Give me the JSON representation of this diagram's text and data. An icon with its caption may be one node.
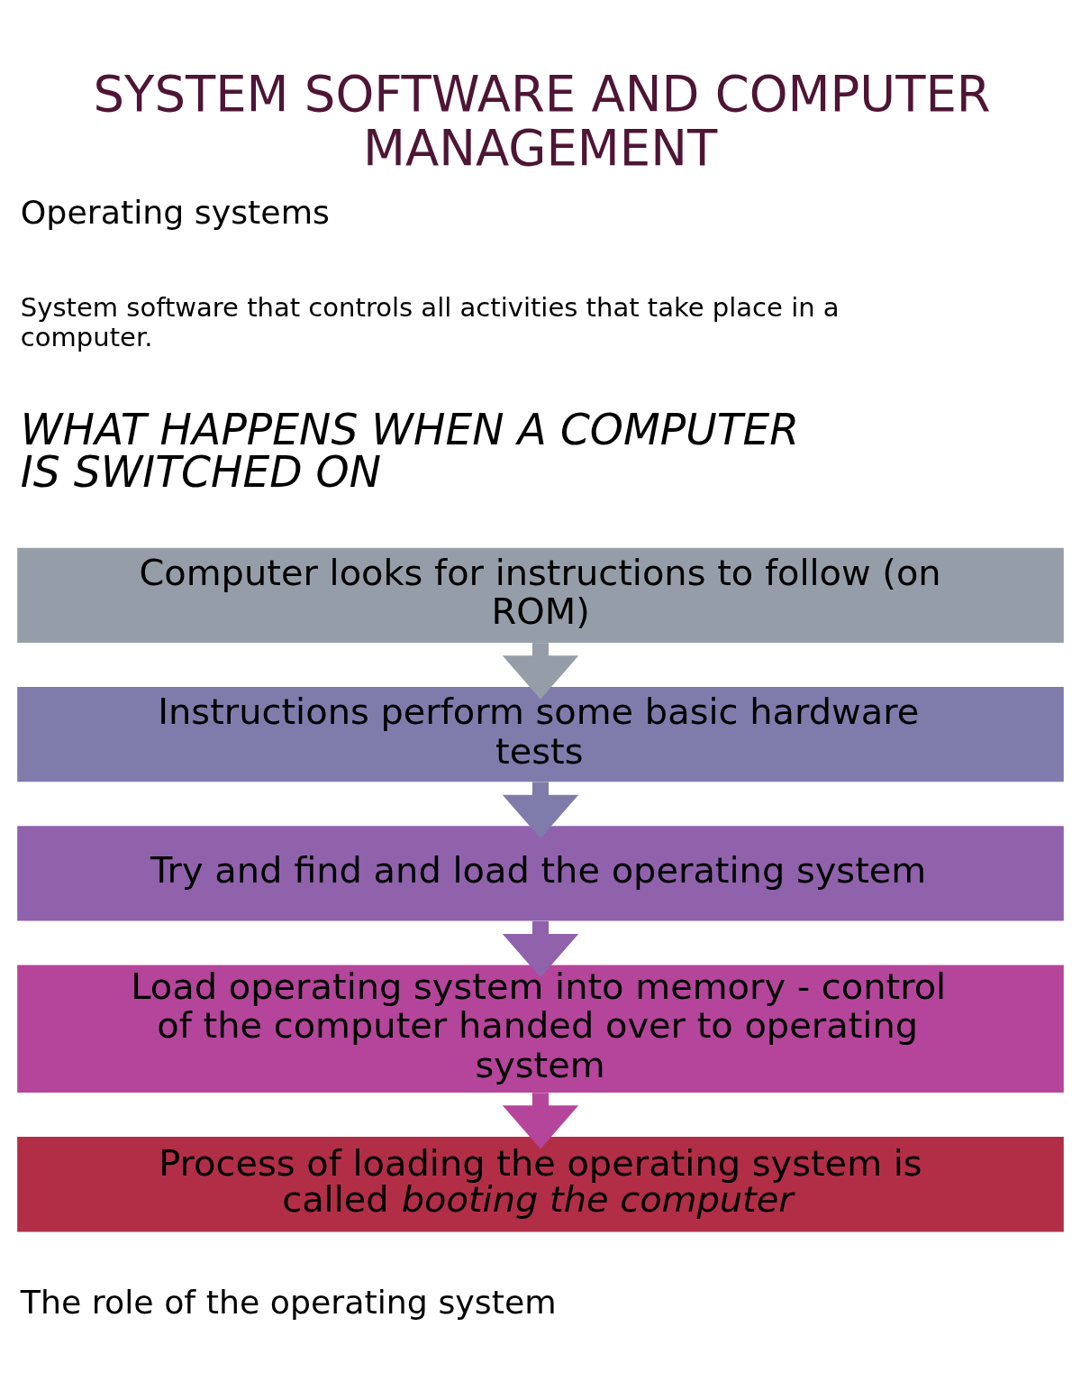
{
  "diagram": {
    "title": "SYSTEM SOFTWARE AND COMPUTER MANAGEMENT",
    "nodes": [
      {
        "text": [
          "Computer looks for instructions to follow (on ROM)"
        ]
      },
      {
        "text": [
          "Instructions perform some basic hardware tests"
        ]
      },
      {
        "text": [
          "Try and find and load the operating system"
        ]
      },
      {
        "text": [
          "Load operating system into memory - control of the computer handed over to operating system"
        ]
      },
      {
        "text": [
          "Process of loading the operating system is called *booting the computer*"
        ]
      }
    ],
    "edges": [
      {
        "from": 0,
        "to": 1,
        "arrow": "to",
        "color": "#959ea8"
      },
      {
        "from": 1,
        "to": 2,
        "arrow": "to",
        "color": "#7f7cac"
      },
      {
        "from": 2,
        "to": 3,
        "arrow": "to",
        "color": "#9062ac"
      },
      {
        "from": 3,
        "to": 4,
        "arrow": "to",
        "color": "#b5459a"
      }
    ],
    "labels": [
      "Operating systems",
      "System software that controls all activities that take place in a computer.",
      "WHAT HAPPENS WHEN A COMPUTER IS SWITCHED ON",
      "The role of the operating system"
    ]
  }
}
